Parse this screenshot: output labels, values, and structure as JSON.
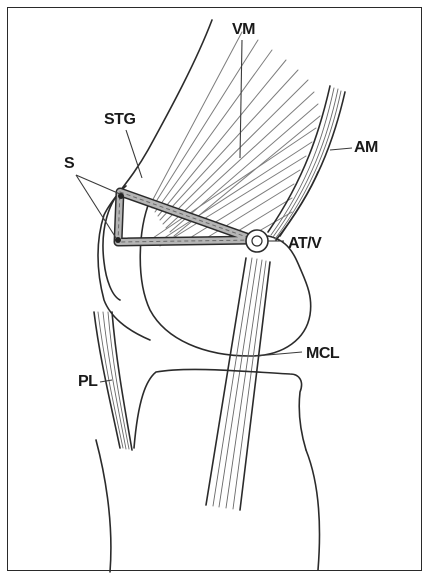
{
  "labels": {
    "vm": "VM",
    "stg": "STG",
    "am": "AM",
    "s": "S",
    "atv": "AT/V",
    "mcl": "MCL",
    "pl": "PL"
  },
  "colors": {
    "ink": "#2b2b2b",
    "fiber": "#7d7d7d",
    "graft_fill": "#b5b5b5",
    "background": "#ffffff",
    "border": "#2a2a2a"
  }
}
